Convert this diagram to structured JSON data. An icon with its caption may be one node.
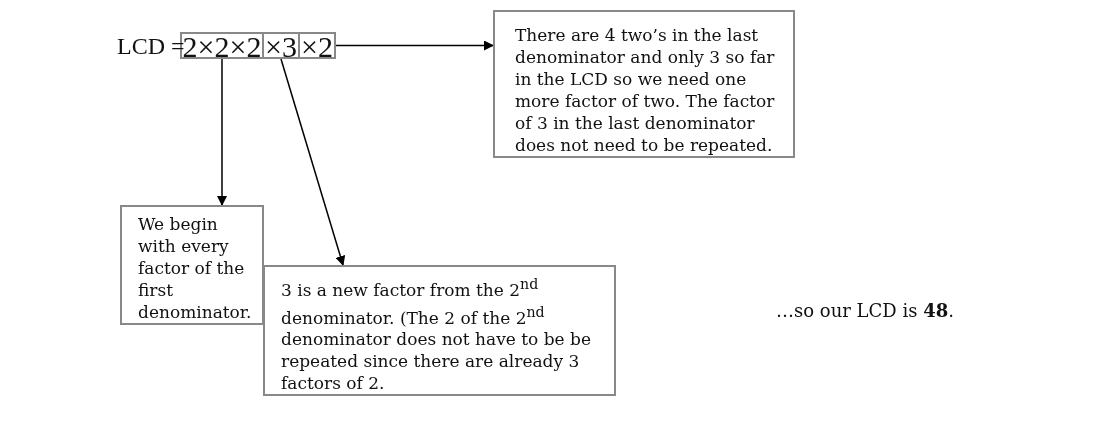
{
  "diagram": {
    "nodes": [
      {
        "text": [
          "2×2×2"
        ]
      },
      {
        "text": [
          "×3"
        ]
      },
      {
        "text": [
          "×2"
        ]
      },
      {
        "text": [
          "There are 4 two’s in the last denominator and only 3 so far in the LCD so we need one more factor of two. The factor of 3 in the last denominator does not need to be repeated."
        ]
      },
      {
        "text": [
          "We begin with every factor of the first denominator."
        ]
      },
      {
        "text": [
          "3 is a new factor from the 2$^{nd}$ denominator. (The 2 of the 2$^{nd}$ denominator does not have to be be repeated since there are already 3 factors of 2."
        ]
      }
    ],
    "edges": [
      {
        "from": 2,
        "to": 3,
        "arrow": "to"
      },
      {
        "from": 0,
        "to": 4,
        "arrow": "to"
      },
      {
        "from": 1,
        "to": 5,
        "arrow": "to"
      }
    ],
    "labels": [
      "LCD =",
      "…so our LCD is **48**."
    ]
  }
}
